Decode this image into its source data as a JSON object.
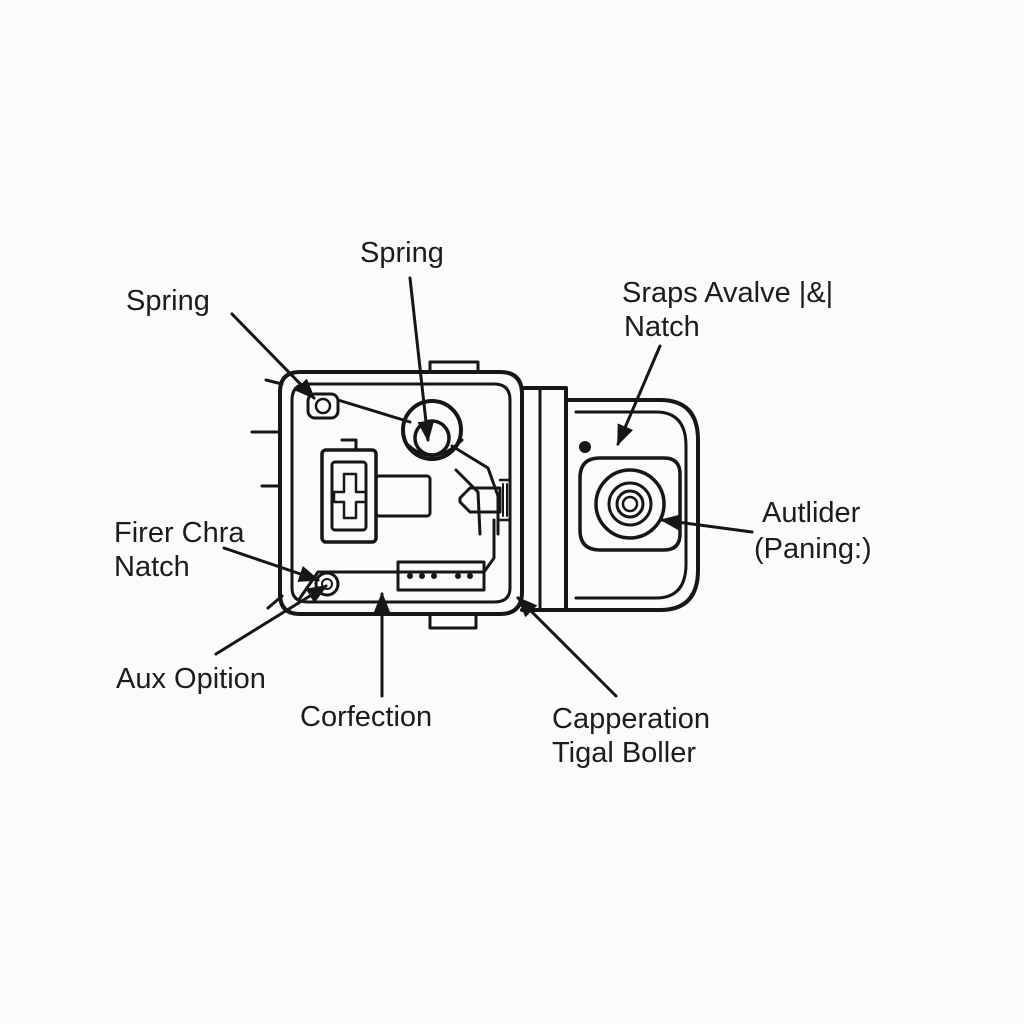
{
  "diagram": {
    "labels": {
      "spring_left": "Spring",
      "spring_top": "Spring",
      "sraps_line1": "Sraps Avalve |&|",
      "sraps_line2": "Natch",
      "firer_line1": "Firer Chra",
      "firer_line2": "Natch",
      "autlider_line1": "Autlider",
      "autlider_line2": "(Paning:)",
      "aux": "Aux Opition",
      "corfection": "Corfection",
      "capperation_line1": "Capperation",
      "capperation_line2": "Tigal Boller"
    },
    "colors": {
      "ink": "#161616",
      "background": "#fbfbfa"
    }
  }
}
